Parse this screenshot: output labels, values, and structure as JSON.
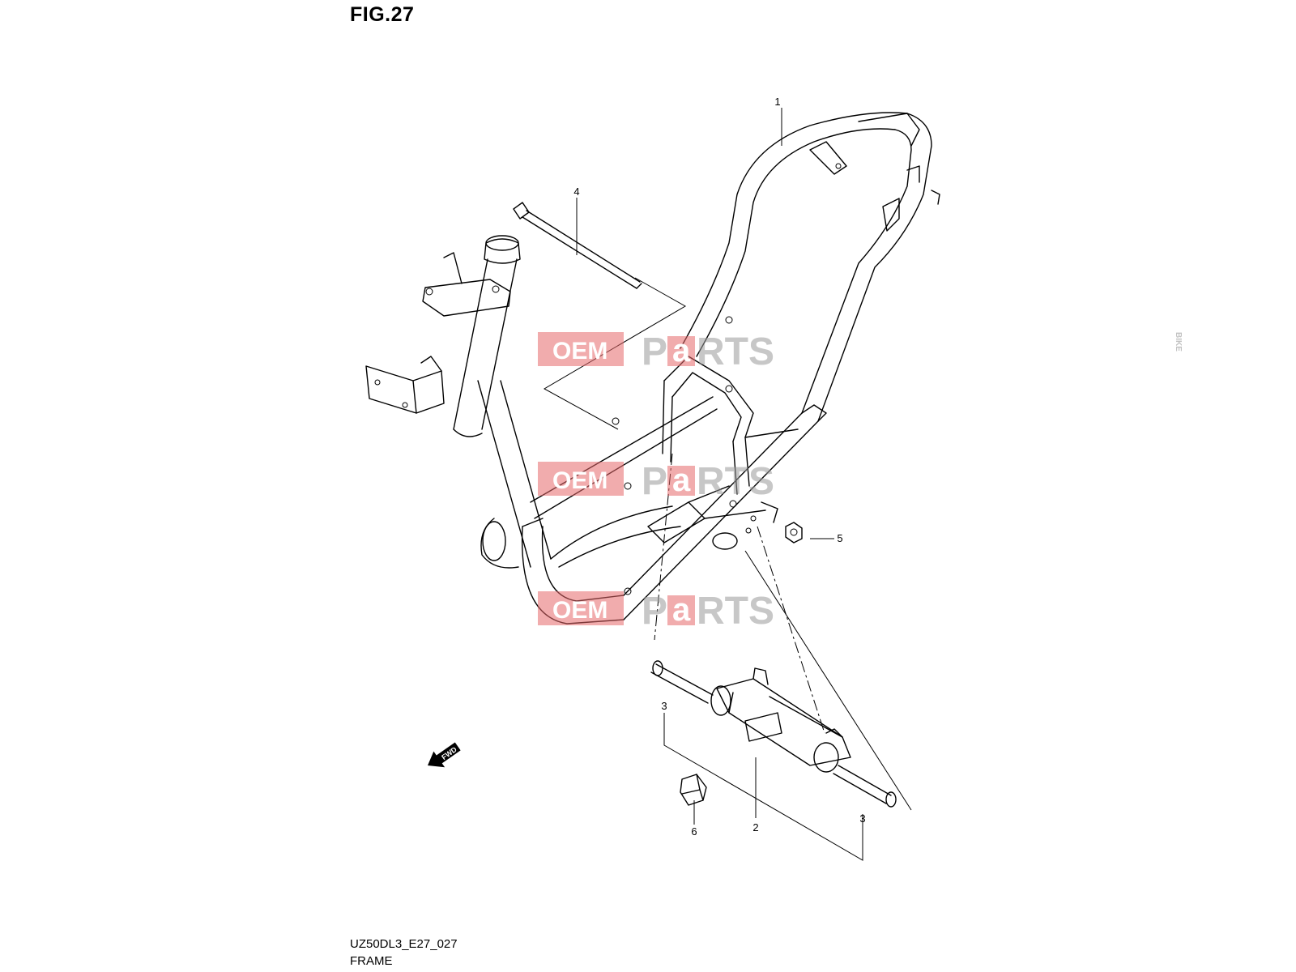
{
  "figure": {
    "title": "FIG.27",
    "code": "UZ50DL3_E27_027",
    "caption": "FRAME"
  },
  "callouts": [
    "1",
    "2",
    "3",
    "3",
    "4",
    "5",
    "6"
  ],
  "fwd_label": "FWD",
  "watermark": {
    "oem": "OEM",
    "bike": "BIKE",
    "parts_p": "P",
    "parts_a": "a",
    "parts_rest": "RTS"
  },
  "colors": {
    "line": "#000000",
    "watermark_red": "#e6686a",
    "watermark_gray": "#9a9a9a"
  }
}
